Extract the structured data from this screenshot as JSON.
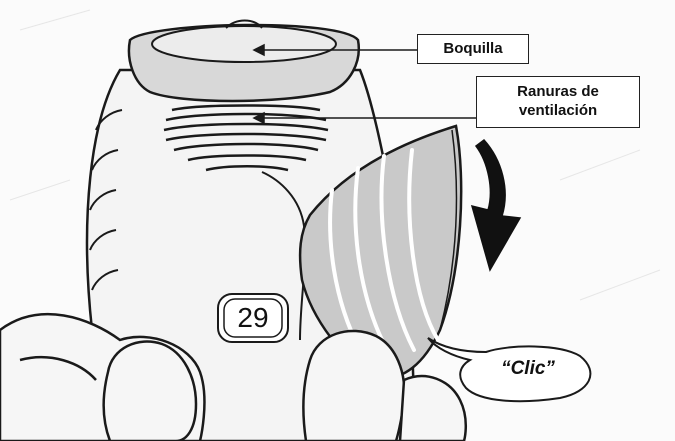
{
  "labels": {
    "mouthpiece": "Boquilla",
    "vents": "Ranuras de\nventilación"
  },
  "callout": {
    "click": "“Clic”"
  },
  "dose_counter": {
    "value": "29"
  },
  "colors": {
    "outline": "#1a1a1a",
    "body_fill": "#f4f4f4",
    "cover_fill": "#c9c9c9",
    "mouthpiece_fill": "#d8d8d8",
    "arrow_fill": "#111111"
  }
}
